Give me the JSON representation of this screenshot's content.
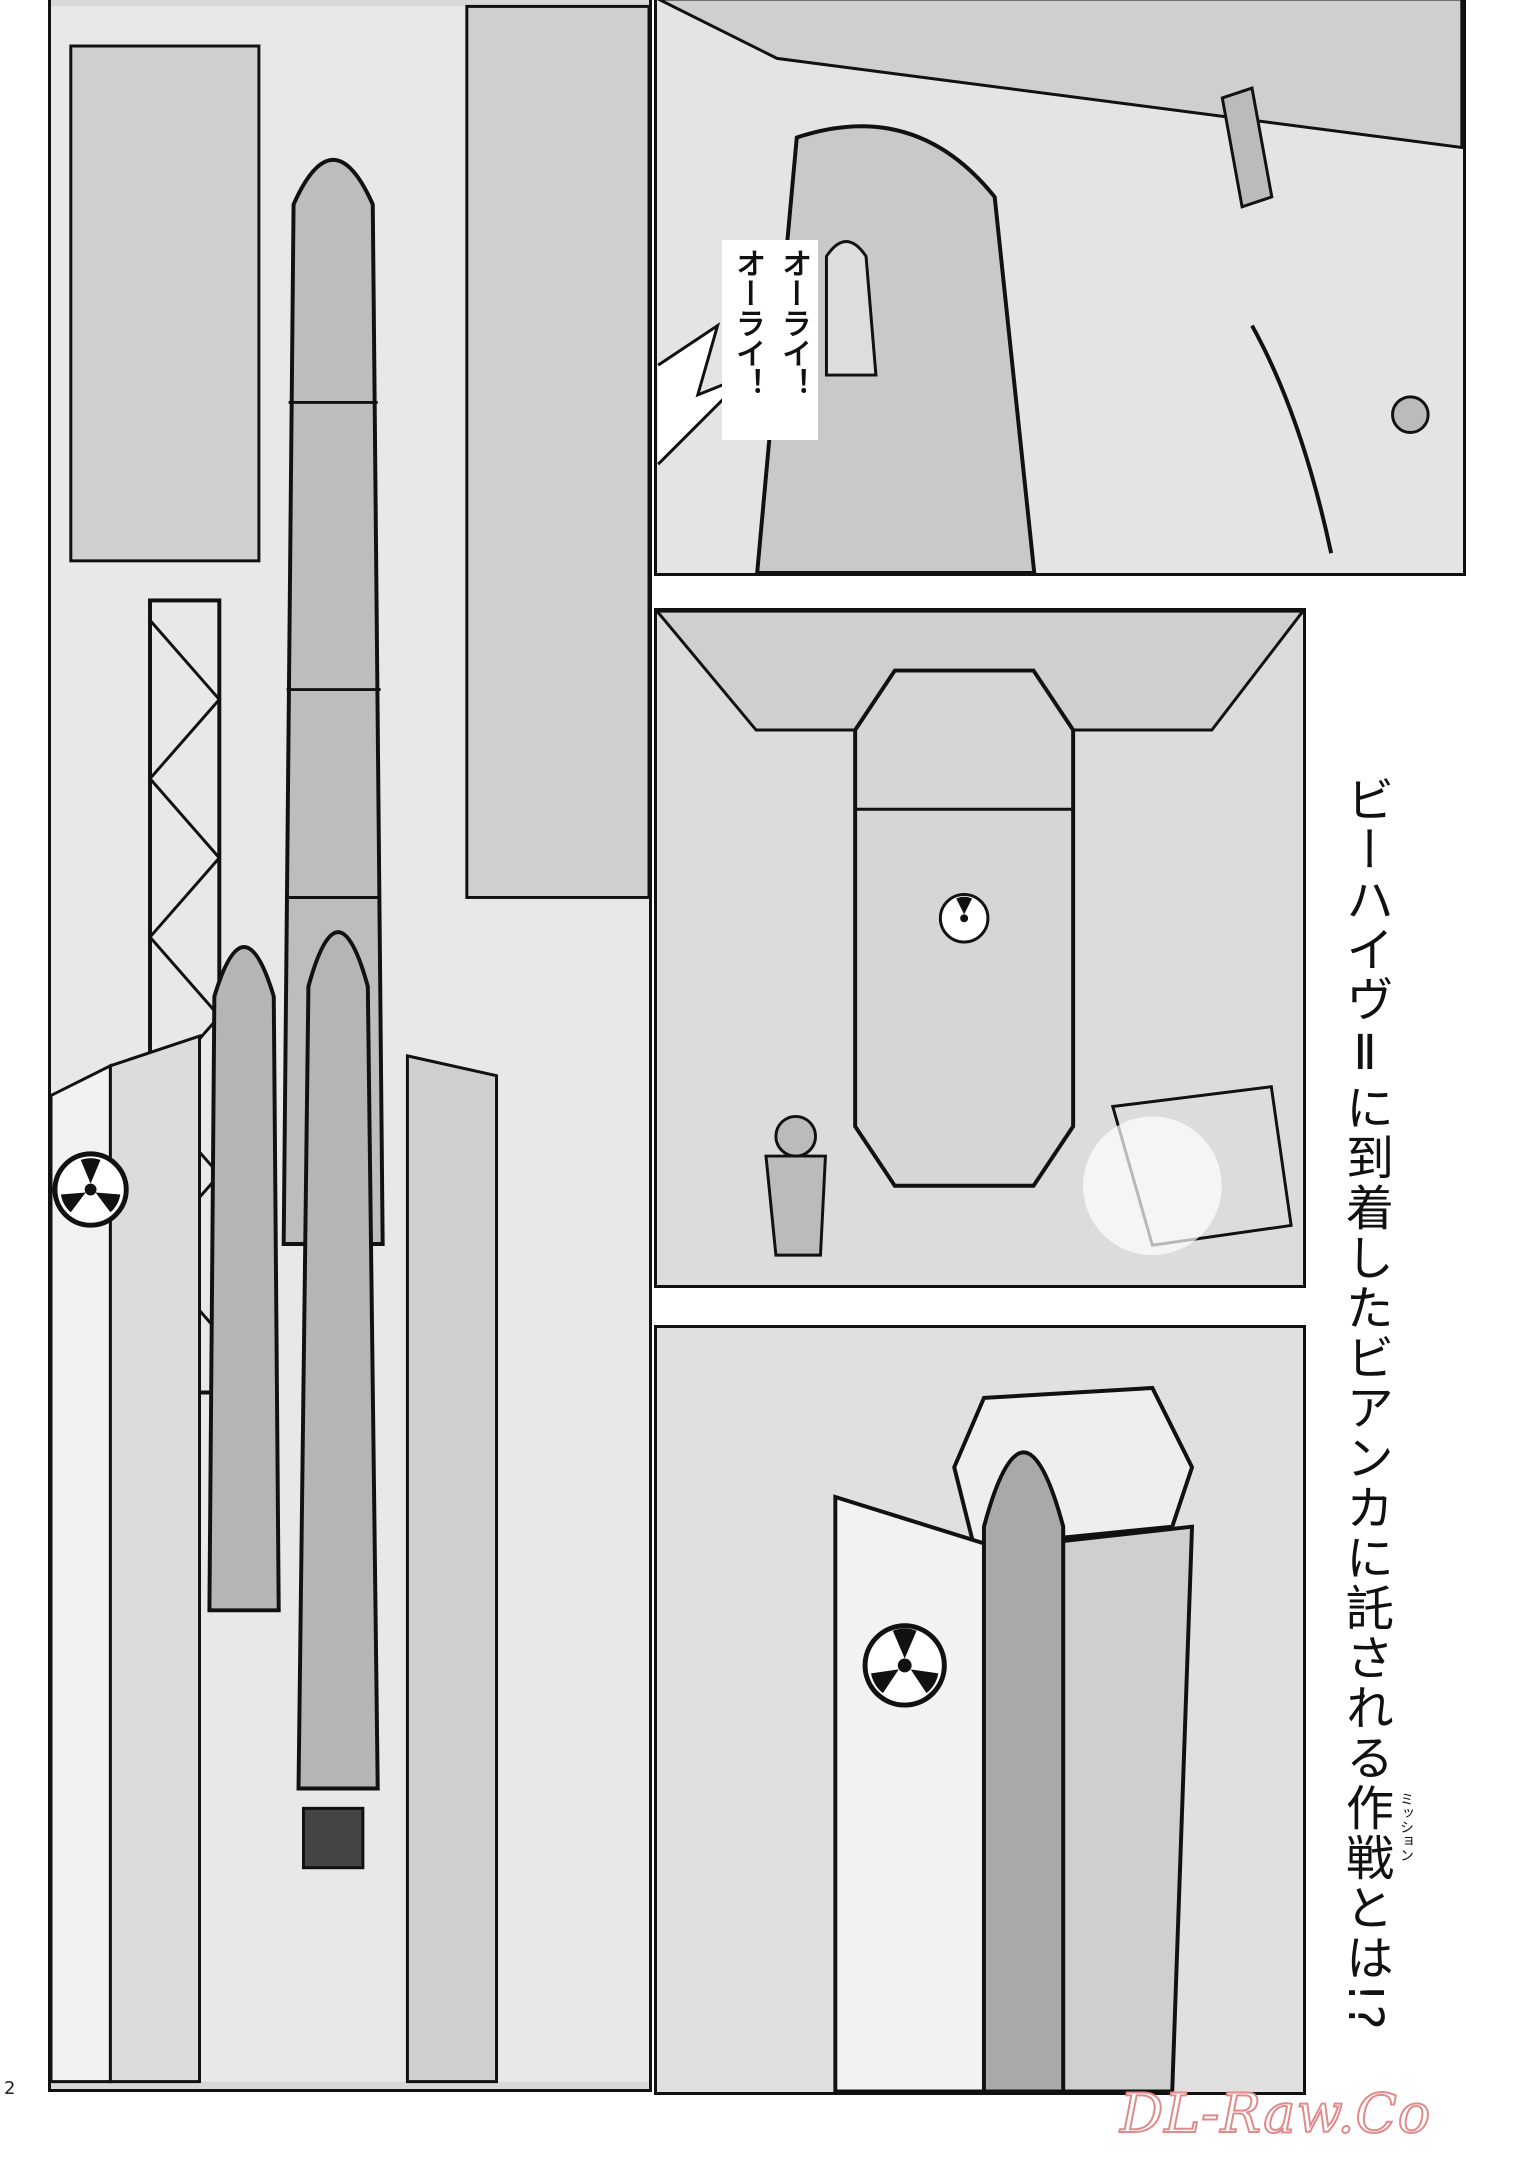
{
  "speech_bubble": {
    "lines": [
      "オーライ！",
      "オーライ！"
    ]
  },
  "caption": {
    "before_ruby": "ビーハイヴⅡに到着したビアンカに託される",
    "ruby_base": "作戦",
    "ruby_text": "ミッション",
    "after_ruby": "とは!?"
  },
  "page_number": "2",
  "watermark": "DL-Raw.Co",
  "colors": {
    "ink": "#111111",
    "screentone": "#d9d9d9",
    "watermark": "#e08a8a"
  },
  "icons": [
    "radiation-symbol-icon"
  ]
}
